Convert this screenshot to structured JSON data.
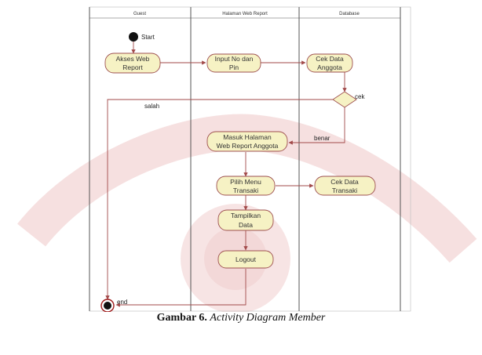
{
  "diagram": {
    "lanes": [
      "Guest",
      "Halaman Web Report",
      "Database"
    ],
    "start_label": "Start",
    "end_label": "end",
    "nodes": {
      "akses": [
        "Akses Web",
        "Report"
      ],
      "input": [
        "Input No dan",
        "Pin"
      ],
      "cek_anggota": [
        "Cek Data",
        "Anggota"
      ],
      "masuk": [
        "Masuk Halaman",
        "Web Report Anggota"
      ],
      "pilih": [
        "Pilih Menu",
        "Transaki"
      ],
      "cek_transaki": [
        "Cek Data",
        "Transaki"
      ],
      "tampilkan": [
        "Tampilkan",
        "Data"
      ],
      "logout": [
        "Logout"
      ]
    },
    "decision_label": "cek",
    "edge_labels": {
      "salah": "salah",
      "benar": "benar"
    }
  },
  "caption": {
    "number": "Gambar 6.",
    "title": "Activity Diagram Member"
  },
  "colors": {
    "node_fill": "#f6f2c4",
    "node_stroke": "#9e5050",
    "arrow": "#a24a4a",
    "watermark": "#e8b0b0"
  }
}
